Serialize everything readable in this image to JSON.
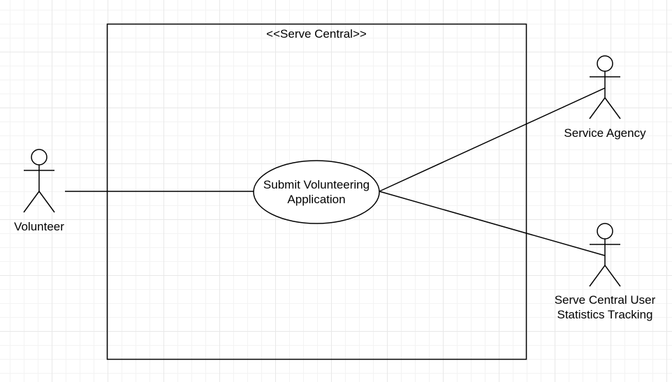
{
  "diagram": {
    "system": {
      "title": "<<Serve Central>>"
    },
    "use_case": {
      "line1": "Submit Volunteering",
      "line2": "Application"
    },
    "actors": {
      "volunteer": "Volunteer",
      "service_agency": "Service Agency",
      "stats_line1": "Serve Central User",
      "stats_line2": "Statistics Tracking"
    },
    "colors": {
      "stroke": "#000000",
      "background": "#ffffff",
      "grid": "#e8e8e8"
    }
  }
}
